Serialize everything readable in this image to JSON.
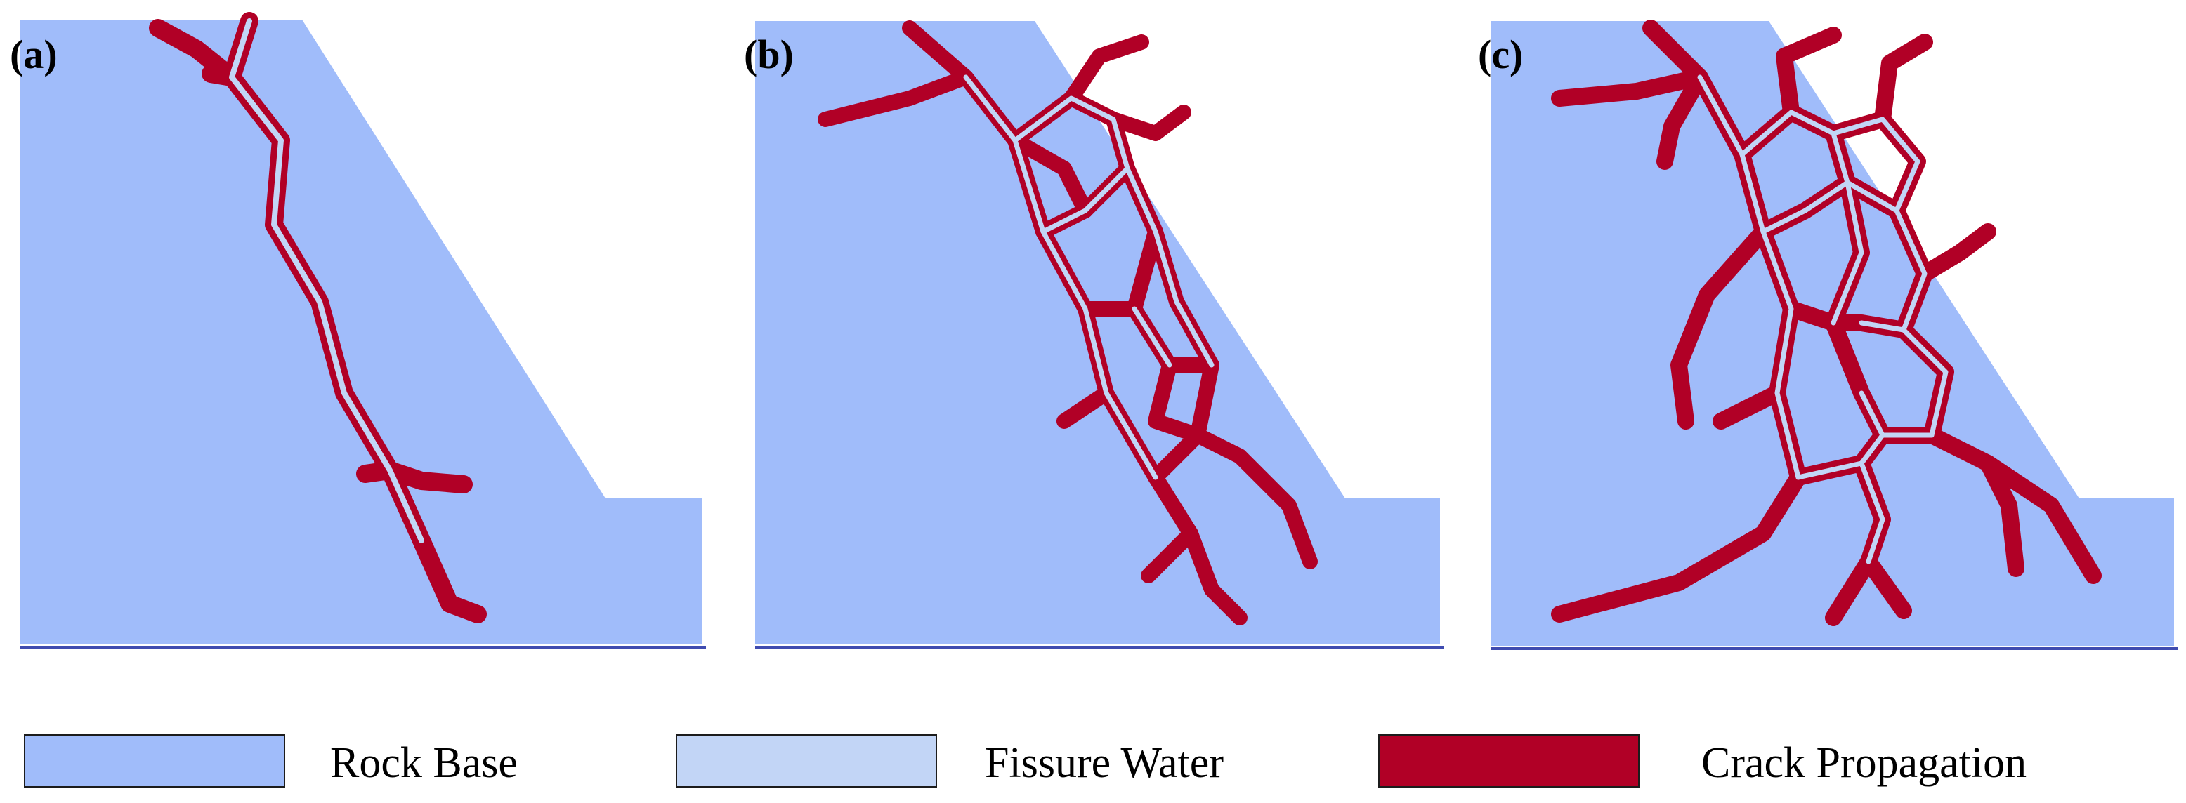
{
  "panels": [
    {
      "id": "a",
      "label": "(a)"
    },
    {
      "id": "b",
      "label": "(b)"
    },
    {
      "id": "c",
      "label": "(c)"
    }
  ],
  "legend": {
    "items": [
      {
        "label": "Rock Base",
        "color": "#a0bcfa"
      },
      {
        "label": "Fissure Water",
        "color": "#c2d5f6"
      },
      {
        "label": "Crack Propagation",
        "color": "#b10026"
      }
    ]
  },
  "colors": {
    "rock_base": "#a0bcfa",
    "fissure_water": "#c2d5f6",
    "crack_propagation": "#b10026",
    "baseline": "#3f4bb0"
  }
}
